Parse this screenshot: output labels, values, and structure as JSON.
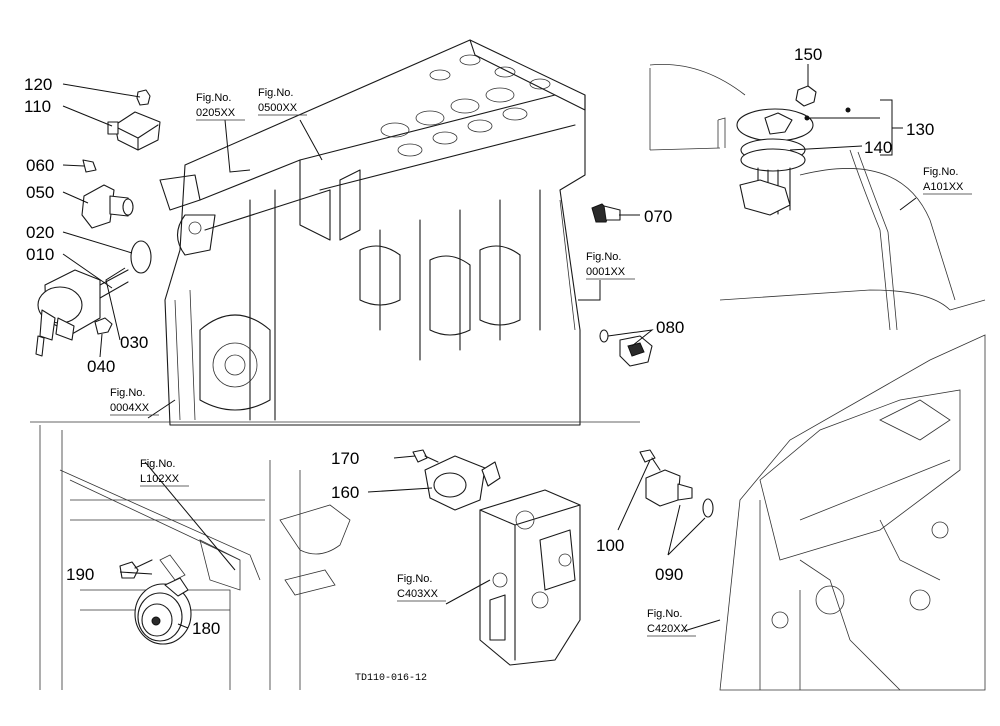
{
  "drawing_code": "TD110-016-12",
  "fig_prefix": "Fig.No.",
  "fig_refs": {
    "r0205": "0205XX",
    "r0500": "0500XX",
    "r0001": "0001XX",
    "r0004": "0004XX",
    "rA101": "A101XX",
    "rL102": "L102XX",
    "rC403": "C403XX",
    "rC420": "C420XX"
  },
  "parts": {
    "p010": "010",
    "p020": "020",
    "p030": "030",
    "p040": "040",
    "p050": "050",
    "p060": "060",
    "p070": "070",
    "p080": "080",
    "p090": "090",
    "p100": "100",
    "p110": "110",
    "p120": "120",
    "p130": "130",
    "p140": "140",
    "p150": "150",
    "p160": "160",
    "p170": "170",
    "p180": "180",
    "p190": "190"
  }
}
